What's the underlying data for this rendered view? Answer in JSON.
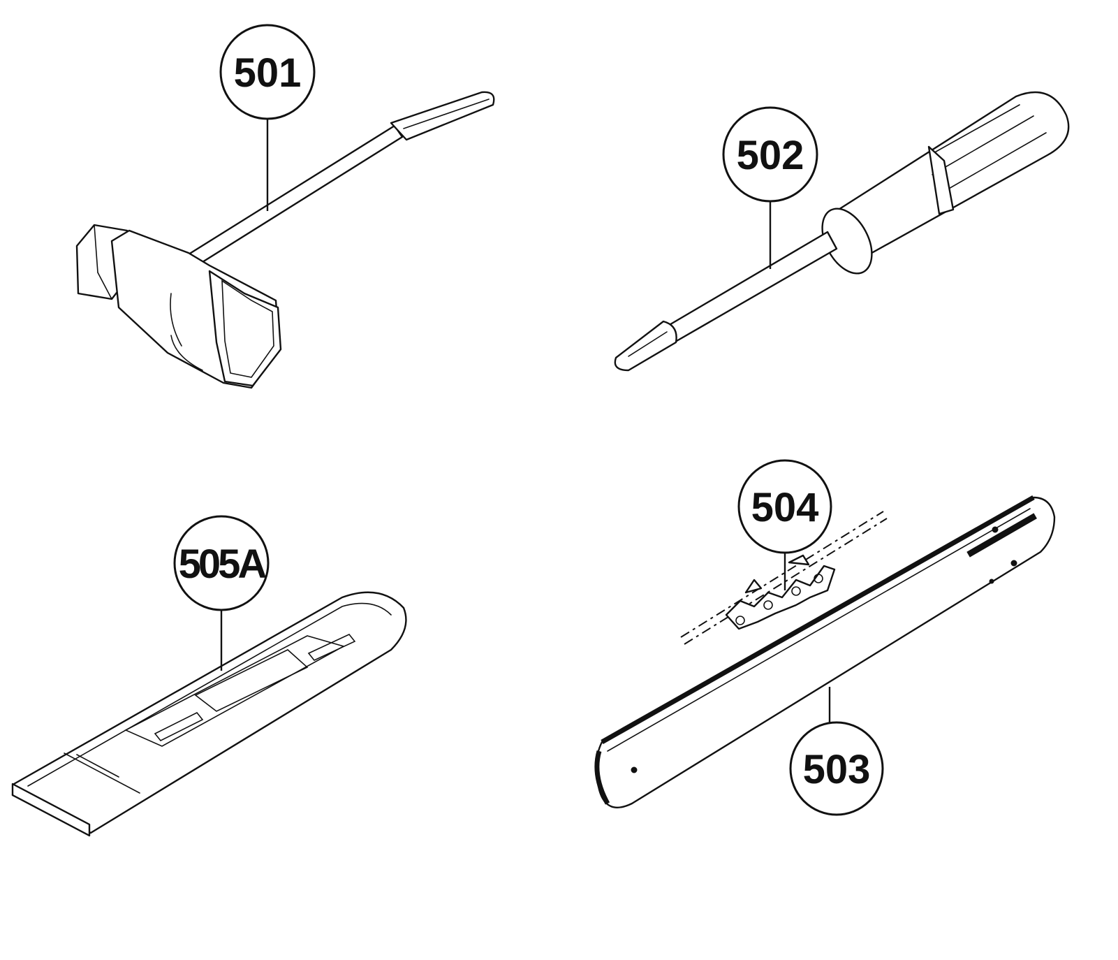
{
  "diagram": {
    "callouts": [
      {
        "id": "501",
        "label": "501"
      },
      {
        "id": "502",
        "label": "502"
      },
      {
        "id": "503",
        "label": "503"
      },
      {
        "id": "504",
        "label": "504"
      },
      {
        "id": "505A",
        "label": "505A"
      }
    ]
  }
}
